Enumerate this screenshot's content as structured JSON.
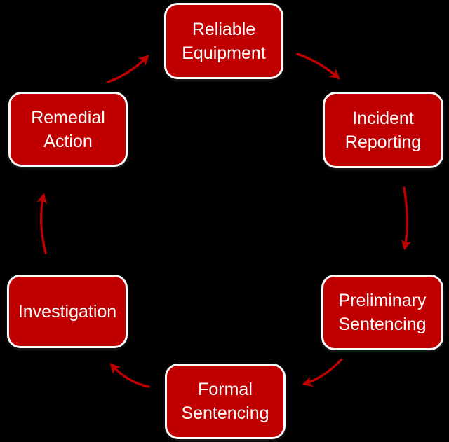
{
  "diagram": {
    "type": "cycle",
    "colors": {
      "background": "#000000",
      "node_fill": "#C00000",
      "node_border": "#FFFFFF",
      "node_text": "#FFFFFF",
      "arrow": "#C00000"
    },
    "nodes": [
      {
        "id": "reliable-equipment",
        "label": "Reliable Equipment"
      },
      {
        "id": "incident-reporting",
        "label": "Incident Reporting"
      },
      {
        "id": "preliminary-sentencing",
        "label": "Preliminary Sentencing"
      },
      {
        "id": "formal-sentencing",
        "label": "Formal Sentencing"
      },
      {
        "id": "investigation",
        "label": "Investigation"
      },
      {
        "id": "remedial-action",
        "label": "Remedial Action"
      }
    ],
    "flow_order": [
      "Reliable Equipment",
      "Incident Reporting",
      "Preliminary Sentencing",
      "Formal Sentencing",
      "Investigation",
      "Remedial Action",
      "Reliable Equipment"
    ]
  }
}
